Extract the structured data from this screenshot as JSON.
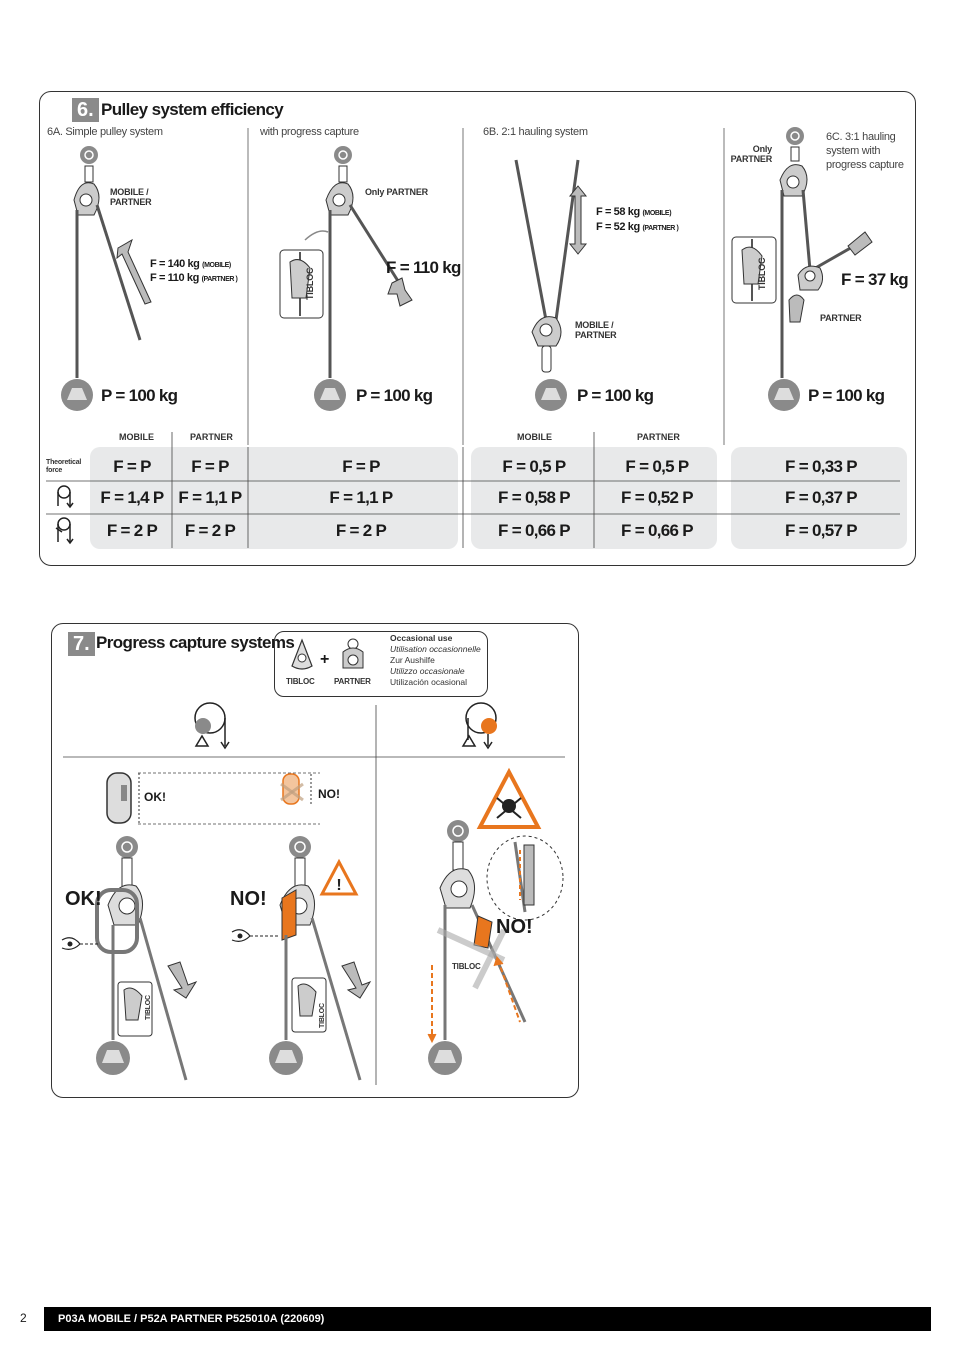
{
  "section6": {
    "number": "6.",
    "title": "Pulley system efficiency",
    "sub_a": "6A. Simple pulley system",
    "sub_a2": "with progress capture",
    "sub_b": "6B. 2:1 hauling system",
    "sub_c": "6C. 3:1 hauling system with progress capture",
    "label_mobile_partner": "MOBILE / PARTNER",
    "label_only_partner": "Only PARTNER",
    "label_only_partner_c": "Only PARTNER",
    "label_partner": "PARTNER",
    "label_mobile_partner_b": "MOBILE / PARTNER",
    "tibloc": "TIBLOC",
    "force_a_1": "F = 140 kg",
    "force_a_1_note": "(MOBILE)",
    "force_a_2": "F = 110 kg",
    "force_a_2_note": "(PARTNER )",
    "force_a2": "F = 110 kg",
    "force_b_1": "F = 58 kg",
    "force_b_1_note": "(MOBILE)",
    "force_b_2": "F = 52 kg",
    "force_b_2_note": "(PARTNER )",
    "force_c": "F = 37 kg",
    "load": "P = 100 kg",
    "col_mobile": "MOBILE",
    "col_partner": "PARTNER",
    "theoretical": "Theoretical force",
    "rows": [
      [
        "F = P",
        "F = P",
        "F = P",
        "F = 0,5 P",
        "F = 0,5 P",
        "F = 0,33 P"
      ],
      [
        "F = 1,4 P",
        "F = 1,1 P",
        "F = 1,1 P",
        "F = 0,58 P",
        "F = 0,52 P",
        "F = 0,37 P"
      ],
      [
        "F = 2 P",
        "F = 2 P",
        "F = 2 P",
        "F = 0,66 P",
        "F = 0,66 P",
        "F = 0,57 P"
      ]
    ]
  },
  "section7": {
    "number": "7.",
    "title": "Progress capture systems",
    "tibloc": "TIBLOC",
    "partner": "PARTNER",
    "plus": "+",
    "occasional": "Occasional use",
    "occ_fr": "Utilisation occasionnelle",
    "occ_de": "Zur Aushilfe",
    "occ_it": "Utilizzo occasionale",
    "occ_es": "Utilización ocasional",
    "ok_small": "OK!",
    "no_small": "NO!",
    "ok_big": "OK!",
    "no_big": "NO!",
    "no_right": "NO!",
    "tibloc_small": "TIBLOC"
  },
  "footer": {
    "page": "2",
    "text": "P03A MOBILE / P52A PARTNER P525010A (220609)"
  },
  "colors": {
    "orange": "#e8761e",
    "grey": "#8a8a8a",
    "table_bg": "#e8e9ea"
  }
}
